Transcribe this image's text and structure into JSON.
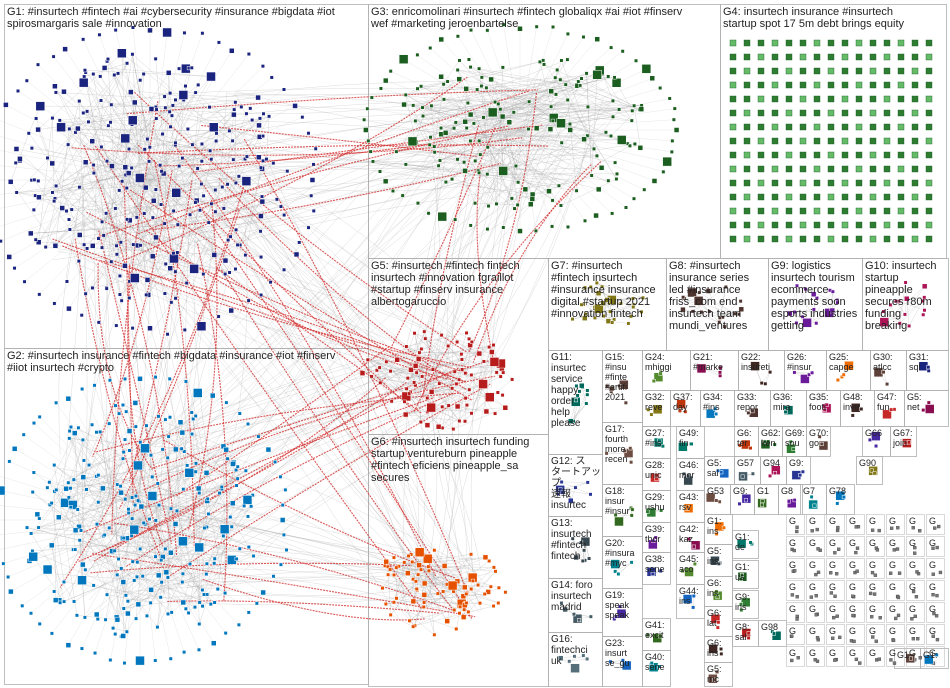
{
  "groups": [
    {
      "id": "G1",
      "text": "G1: #insurtech #fintech #ai #cybersecurity #insurance #bigdata #iot\nspirosmargaris sale #innovation",
      "color": "#1a237e"
    },
    {
      "id": "G2",
      "text": "G2: #insurtech insurance #fintech #bigdata #insurance #iot #finserv\n#iiot insurtech #crypto",
      "color": "#0277bd"
    },
    {
      "id": "G3",
      "text": "G3: enricomolinari #insurtech #fintech globaliqx #ai #iot #finserv\nwef #marketing jeroenbartelse",
      "color": "#1b5e20"
    },
    {
      "id": "G4",
      "text": "G4: insurtech insurance #insurtech\nstartup spot 17 5m debt brings equity",
      "color": "#2e7d32"
    },
    {
      "id": "G5",
      "text": "G5: #insurtech #fintech fintech\ninsurtech #innovation fgraillot\n#startup #finserv insurance\nalbertogaruccio",
      "color": "#b71c1c"
    },
    {
      "id": "G6",
      "text": "G6: #insurtech insurtech funding\nstartup ventureburn pineapple\n#fintech eficiens pineapple_sa\nsecures",
      "color": "#e65100"
    },
    {
      "id": "G7",
      "text": "G7: #insurtech\n#fintech insurtech\n#insurance insurance\ndigital #startup 2021\n#innovation fintech",
      "color": "#827717"
    },
    {
      "id": "G8",
      "text": "G8: #insurtech\ninsurance series\nled #insurance\nfriss_com end\ninsurtech team\nmundi_ventures",
      "color": "#4e342e"
    },
    {
      "id": "G9",
      "text": "G9: logistics\ninsurtech tourism\necommerce\npayments soon\nesports industries\ngetting",
      "color": "#6a1b9a"
    },
    {
      "id": "G10",
      "text": "G10: insurtech\nstartup\npineapple\nsecures r80m\nfunding\nbreaking",
      "color": "#ad1457"
    },
    {
      "id": "G11",
      "text": "G11:\ninsurtec\nservice\nhappy\norder\nhelp\nplease",
      "color": "#00695c"
    },
    {
      "id": "G12",
      "text": "G12: ス\nタートアップ\n速報\ninsurtec",
      "color": "#283593"
    },
    {
      "id": "G13",
      "text": "G13:\ninsurtech\n#fintech\nfintech",
      "color": "#37474f"
    },
    {
      "id": "G14",
      "text": "G14: foro\ninsurtech\nmadrid",
      "color": "#455a64"
    },
    {
      "id": "G15",
      "text": "G15:\n#insu\n#finte\n#artifi\n2021",
      "color": "#5d4037"
    },
    {
      "id": "G16",
      "text": "G16:\nfintechci\nuk",
      "color": "#546e7a"
    },
    {
      "id": "G17",
      "text": "G17:\nfourth\nmore\nrecen",
      "color": "#6d4c41"
    },
    {
      "id": "G18",
      "text": "G18:\ninsur\n#insur",
      "color": "#33691e"
    },
    {
      "id": "G19",
      "text": "G19:\nspeak\nspeak",
      "color": "#4527a0"
    },
    {
      "id": "G20",
      "text": "G20:\n#insura\n#myc",
      "color": "#00838f"
    },
    {
      "id": "G21",
      "text": "G21:\n#marke",
      "color": "#880e4f"
    },
    {
      "id": "G22",
      "text": "G22:\ninsureti",
      "color": "#3e2723"
    },
    {
      "id": "G23",
      "text": "G23:\ninsurt\nse_gu",
      "color": "#1565c0"
    },
    {
      "id": "G24",
      "text": "G24:\nmhiggi",
      "color": "#558b2f"
    },
    {
      "id": "G25",
      "text": "G25:\ncapge",
      "color": "#ef6c00"
    },
    {
      "id": "G26",
      "text": "G26:\n#insur",
      "color": "#6a1b9a"
    },
    {
      "id": "G27",
      "text": "G27:\n#ins",
      "color": "#00796b"
    },
    {
      "id": "G28",
      "text": "G28:\nunic",
      "color": "#c62828"
    },
    {
      "id": "G29",
      "text": "G29:\nushu",
      "color": "#2e7d32"
    },
    {
      "id": "G30",
      "text": "G30:\natlcc",
      "color": "#5d4037"
    },
    {
      "id": "G31",
      "text": "G31:\nsql",
      "color": "#1a237e"
    },
    {
      "id": "G32",
      "text": "G32:\nreve",
      "color": "#827717"
    },
    {
      "id": "G33",
      "text": "G33:\nrepor",
      "color": "#4e342e"
    },
    {
      "id": "G34",
      "text": "G34:\n#ins",
      "color": "#0277bd"
    },
    {
      "id": "G35",
      "text": "G35:\nfooti",
      "color": "#ad1457"
    },
    {
      "id": "G36",
      "text": "G36:\nmira",
      "color": "#00695c"
    },
    {
      "id": "G37",
      "text": "G37:\nday",
      "color": "#bf360c"
    },
    {
      "id": "G38",
      "text": "G38:\nsene",
      "color": "#283593"
    },
    {
      "id": "G39",
      "text": "G39:\nthor",
      "color": "#6a1b9a"
    },
    {
      "id": "G40",
      "text": "G40:\nsene",
      "color": "#00838f"
    },
    {
      "id": "G41",
      "text": "G41:\nexcit",
      "color": "#33691e"
    },
    {
      "id": "G42",
      "text": "G42:\nkaz",
      "color": "#880e4f"
    },
    {
      "id": "G43",
      "text": "G43:\nrsv",
      "color": "#ef6c00"
    },
    {
      "id": "G44",
      "text": "G44:\nins",
      "color": "#1565c0"
    },
    {
      "id": "G45",
      "text": "G45:\naco",
      "color": "#558b2f"
    },
    {
      "id": "G46",
      "text": "G46:\nmor",
      "color": "#37474f"
    },
    {
      "id": "G47",
      "text": "G47:\nfun",
      "color": "#c62828"
    },
    {
      "id": "G48",
      "text": "G48:\ninve",
      "color": "#3e2723"
    },
    {
      "id": "G49",
      "text": "G49:\nfin",
      "color": "#00796b"
    },
    {
      "id": "G53",
      "text": "G53",
      "color": "#6d4c41"
    },
    {
      "id": "G57",
      "text": "G57",
      "color": "#455a64"
    },
    {
      "id": "G62",
      "text": "G62:\nken",
      "color": "#1b5e20"
    },
    {
      "id": "G66",
      "text": "G66",
      "color": "#4527a0"
    },
    {
      "id": "G67",
      "text": "G67:\njoin",
      "color": "#b71c1c"
    },
    {
      "id": "G69",
      "text": "G69:\nsou",
      "color": "#2e7d32"
    },
    {
      "id": "G70",
      "text": "G70:\ngo",
      "color": "#5d4037"
    },
    {
      "id": "G78",
      "text": "G78",
      "color": "#0277bd"
    },
    {
      "id": "G90",
      "text": "G90",
      "color": "#827717"
    },
    {
      "id": "G94",
      "text": "G94",
      "color": "#ad1457"
    },
    {
      "id": "G98",
      "text": "G98",
      "color": "#00695c"
    },
    {
      "id": "G5b",
      "text": "G5:\nnet",
      "color": "#880e4f"
    },
    {
      "id": "G6b",
      "text": "G6:\nter",
      "color": "#bf360c"
    },
    {
      "id": "G9b",
      "text": "G9:",
      "color": "#283593"
    },
    {
      "id": "G8b",
      "text": "G8",
      "color": "#6a1b9a"
    },
    {
      "id": "G7b",
      "text": "G7",
      "color": "#00838f"
    },
    {
      "id": "G1b",
      "text": "G1",
      "color": "#33691e"
    },
    {
      "id": "G5c",
      "text": "G5:\nsal",
      "color": "#1565c0"
    },
    {
      "id": "G6c",
      "text": "G6:\nins",
      "color": "#558b2f"
    },
    {
      "id": "G1c",
      "text": "G1:\nins",
      "color": "#ef6c00"
    },
    {
      "id": "G5d",
      "text": "G5:\nins",
      "color": "#37474f"
    },
    {
      "id": "G6d",
      "text": "G6:\nlat",
      "color": "#c62828"
    },
    {
      "id": "G6e",
      "text": "G6:\nins",
      "color": "#3e2723"
    },
    {
      "id": "G1d",
      "text": "G1:\nde",
      "color": "#00796b"
    },
    {
      "id": "G5e",
      "text": "G5:\nmc",
      "color": "#6d4c41"
    },
    {
      "id": "G6f",
      "text": "G6:",
      "color": "#455a64"
    },
    {
      "id": "G1e",
      "text": "G1:\nus",
      "color": "#1b5e20"
    },
    {
      "id": "G9c",
      "text": "G9:",
      "color": "#4527a0"
    },
    {
      "id": "Gsmall",
      "text": "G",
      "color": "#757575"
    },
    {
      "id": "G8c",
      "text": "G8:\nsal",
      "color": "#b71c1c"
    },
    {
      "id": "G9d",
      "text": "G9:\nins",
      "color": "#2e7d32"
    },
    {
      "id": "G1f",
      "text": "G1",
      "color": "#5d4037"
    },
    {
      "id": "G1g",
      "text": "G1:",
      "color": "#0277bd"
    }
  ]
}
